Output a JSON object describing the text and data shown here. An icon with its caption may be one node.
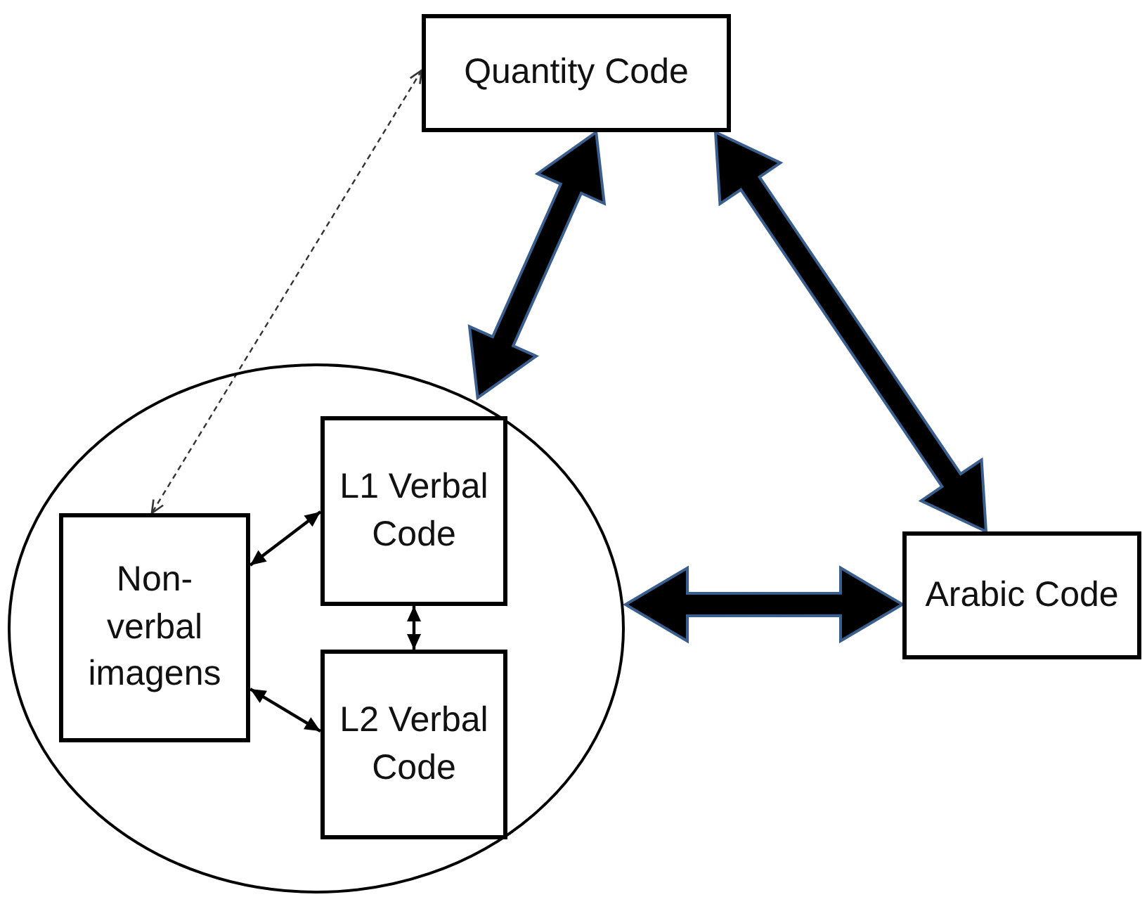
{
  "diagram": {
    "nodes": [
      {
        "text": [
          "Quantity Code"
        ]
      },
      {
        "text": [],
        "shape": "circle"
      },
      {
        "text": [
          "Non-verbal imagens"
        ],
        "in": 1
      },
      {
        "text": [
          "L1 Verbal Code"
        ],
        "in": 1
      },
      {
        "text": [
          "L2 Verbal Code"
        ],
        "in": 1
      },
      {
        "text": [
          "Arabic Code"
        ]
      }
    ],
    "edges": [
      {
        "from": 1,
        "to": 0,
        "arrow": "both",
        "style": "thick"
      },
      {
        "from": 0,
        "to": 5,
        "arrow": "both",
        "style": "thick"
      },
      {
        "from": 1,
        "to": 5,
        "arrow": "both",
        "style": "thick"
      },
      {
        "from": 0,
        "to": 2,
        "arrow": "both",
        "style": "dashed"
      },
      {
        "from": 2,
        "to": 3,
        "arrow": "both"
      },
      {
        "from": 2,
        "to": 4,
        "arrow": "both"
      },
      {
        "from": 3,
        "to": 4,
        "arrow": "both"
      }
    ]
  }
}
